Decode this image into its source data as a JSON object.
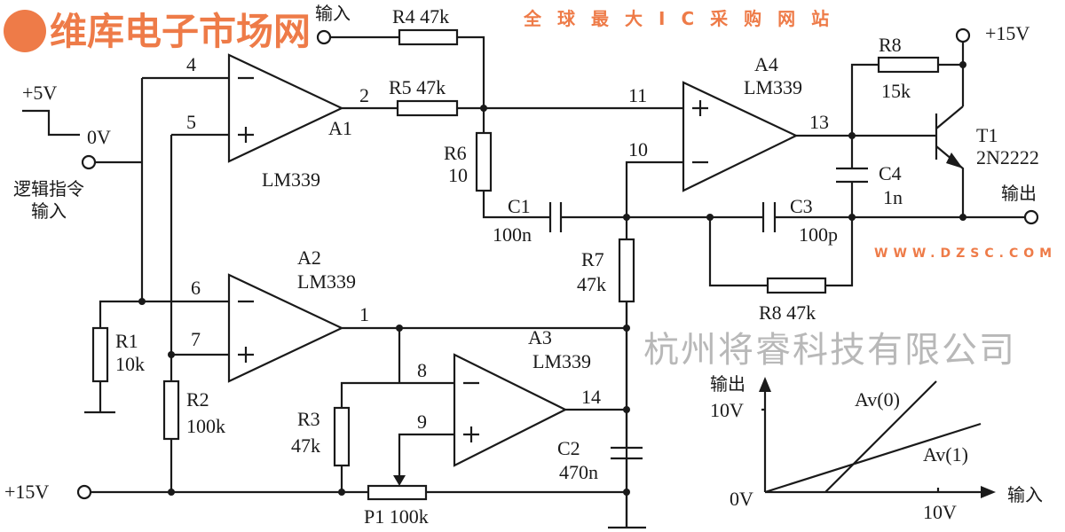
{
  "labels": {
    "input_top": "输入",
    "r4": "R4  47k",
    "r5": "R5  47k",
    "r6": "R6",
    "r6_val": "10",
    "c1": "C1",
    "c1_val": "100n",
    "r7": "R7",
    "r7_val": "47k",
    "a1": "A1",
    "a1_part": "LM339",
    "a2": "A2",
    "a2_part": "LM339",
    "a3": "A3",
    "a3_part": "LM339",
    "a4": "A4",
    "a4_part": "LM339",
    "plus15_top": "+15V",
    "r8_top": "R8",
    "r8_top_val": "15k",
    "t1": "T1",
    "t1_part": "2N2222",
    "c4": "C4",
    "c4_val": "1n",
    "output": "输出",
    "c3": "C3",
    "c3_val": "100p",
    "r8_bottom": "R8  47k",
    "plus5": "+5V",
    "zero_v": "0V",
    "logic_cmd": "逻辑指令",
    "logic_input": "输入",
    "r1": "R1",
    "r1_val": "10k",
    "r2": "R2",
    "r2_val": "100k",
    "r3": "R3",
    "r3_val": "47k",
    "c2": "C2",
    "c2_val": "470n",
    "plus15_bottom": "+15V",
    "p1": "P1   100k",
    "pins": {
      "p2": "2",
      "p4": "4",
      "p5": "5",
      "p6": "6",
      "p7": "7",
      "p1": "1",
      "p8": "8",
      "p9": "9",
      "p14": "14",
      "p11": "11",
      "p10": "10",
      "p13": "13"
    }
  },
  "graph": {
    "y_label": "输出",
    "x_label": "输入",
    "y_tick": "10V",
    "x_tick": "10V",
    "origin": "0V",
    "curve0": "Av(0)",
    "curve1": "Av(1)"
  },
  "watermark": {
    "company": "杭州将睿科技有限公司",
    "brand": "维库电子市场网",
    "url": "WWW.DZSC.COM",
    "slogan": "全球最大IC采购网站"
  }
}
